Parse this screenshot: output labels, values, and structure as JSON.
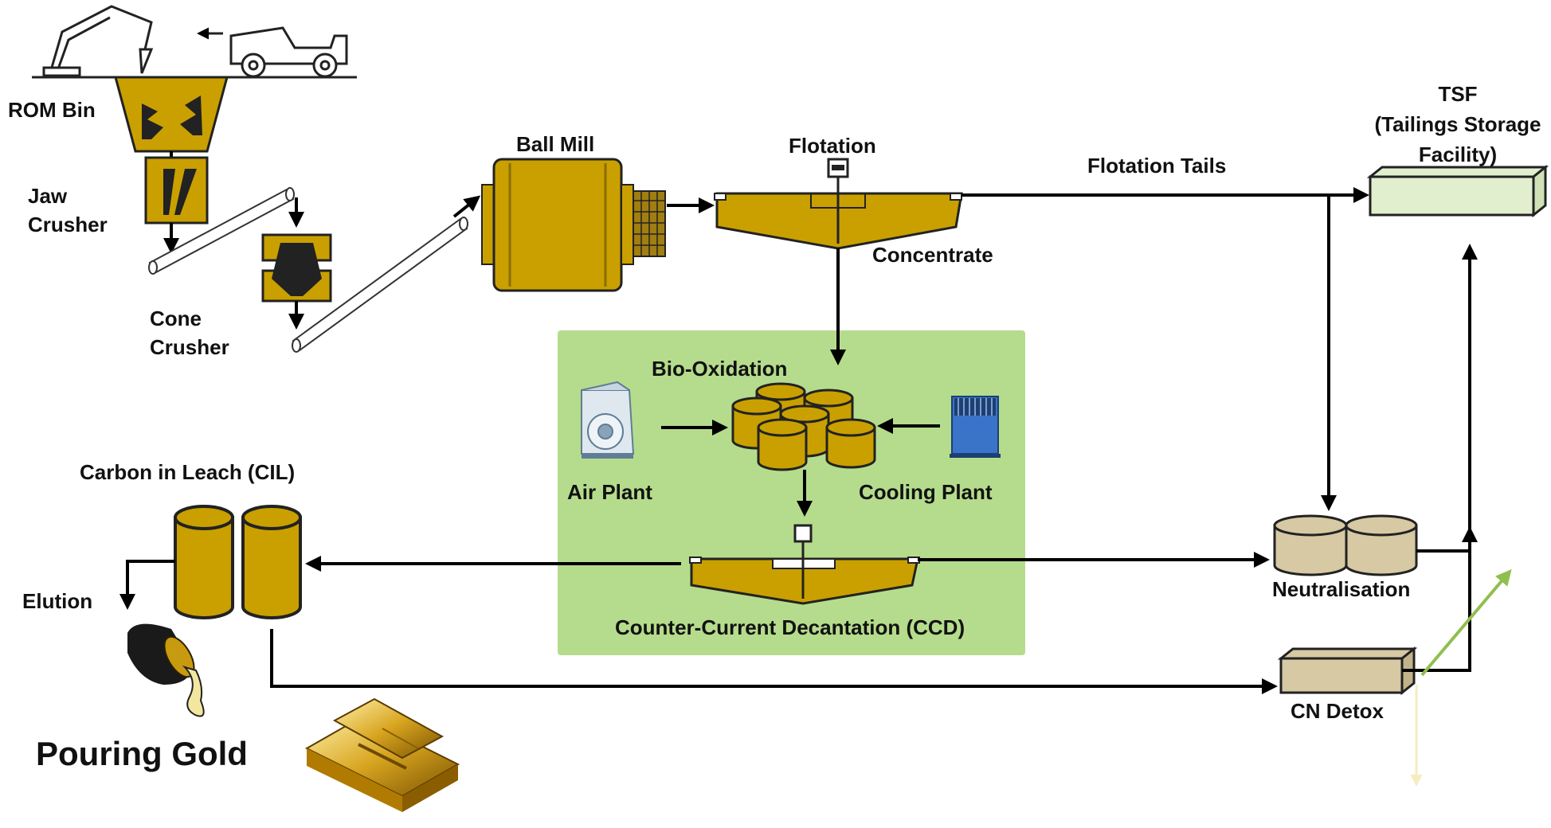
{
  "labels": {
    "rom_bin": "ROM Bin",
    "jaw_crusher": [
      "Jaw",
      "Crusher"
    ],
    "cone_crusher": [
      "Cone",
      "Crusher"
    ],
    "ball_mill": "Ball Mill",
    "flotation": "Flotation",
    "concentrate": "Concentrate",
    "flotation_tails": "Flotation Tails",
    "tsf": [
      "TSF",
      "(Tailings Storage",
      "Facility)"
    ],
    "bio_oxidation": "Bio-Oxidation",
    "air_plant": "Air Plant",
    "cooling_plant": "Cooling Plant",
    "ccd": "Counter-Current Decantation (CCD)",
    "cil": "Carbon in Leach (CIL)",
    "elution": "Elution",
    "pouring_gold": "Pouring Gold",
    "neutralisation": "Neutralisation",
    "cn_detox": "CN Detox"
  },
  "colors": {
    "gold": "#c9a000",
    "gold_dark": "#8a6d00",
    "panel_green": "#b5dc8c",
    "tsf_fill": "#e1efcf",
    "neut_fill": "#d6c9a3",
    "arrow": "#000000",
    "green_arrow": "#8fbf4f"
  }
}
